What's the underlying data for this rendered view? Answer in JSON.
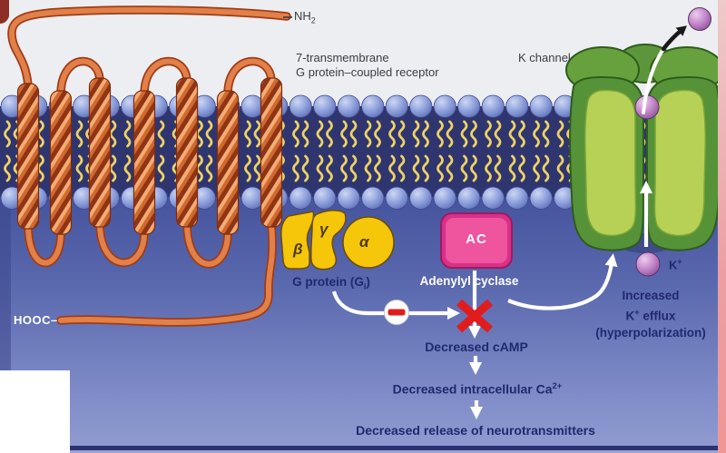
{
  "figure": {
    "description": "Gi-protein coupled receptor signaling diagram: receptor, Gi protein, adenylyl cyclase inhibition, K channel opening"
  },
  "labels": {
    "nh2_base": "NH",
    "nh2_sub": "2",
    "receptor_line1": "7-transmembrane",
    "receptor_line2": "G protein–coupled receptor",
    "k_channel": "K channel",
    "hooc": "HOOC–",
    "g_beta": "β",
    "g_gamma": "γ",
    "g_alpha": "α",
    "g_protein_base": "G protein (G",
    "g_protein_sub": "i",
    "g_protein_close": ")",
    "ac_abbrev": "AC",
    "ac_name": "Adenylyl cyclase",
    "cascade_1": "Decreased cAMP",
    "cascade_2_base": "Decreased intracellular Ca",
    "cascade_2_sup": "2+",
    "cascade_3": "Decreased release of neurotransmitters",
    "effect_line1": "Increased",
    "effect_line2_base": "K",
    "effect_line2_sup": "+",
    "effect_line2_rest": " efflux",
    "effect_line3": "(hyperpolarization)",
    "k_ion_base": "K",
    "k_ion_sup": "+"
  },
  "colors": {
    "extracellular_bg": "#edeef1",
    "membrane_core": "#2f356e",
    "lipid_head_blue": "#8da0dc",
    "lipid_tail_yellow": "#eed265",
    "receptor_ribbon_orange": "#e2804a",
    "g_protein_yellow": "#f5c60a",
    "adenylyl_cyclase_pink": "#e03a90",
    "k_channel_green_outer": "#569238",
    "k_channel_green_inner": "#b6d156",
    "potassium_ion_purple": "#b678bd",
    "inhibition_red": "#e11c1c",
    "label_navy": "#1f2a6e",
    "cytoplasm_top": "#46549e",
    "cytoplasm_bottom": "#8f9bd0"
  }
}
